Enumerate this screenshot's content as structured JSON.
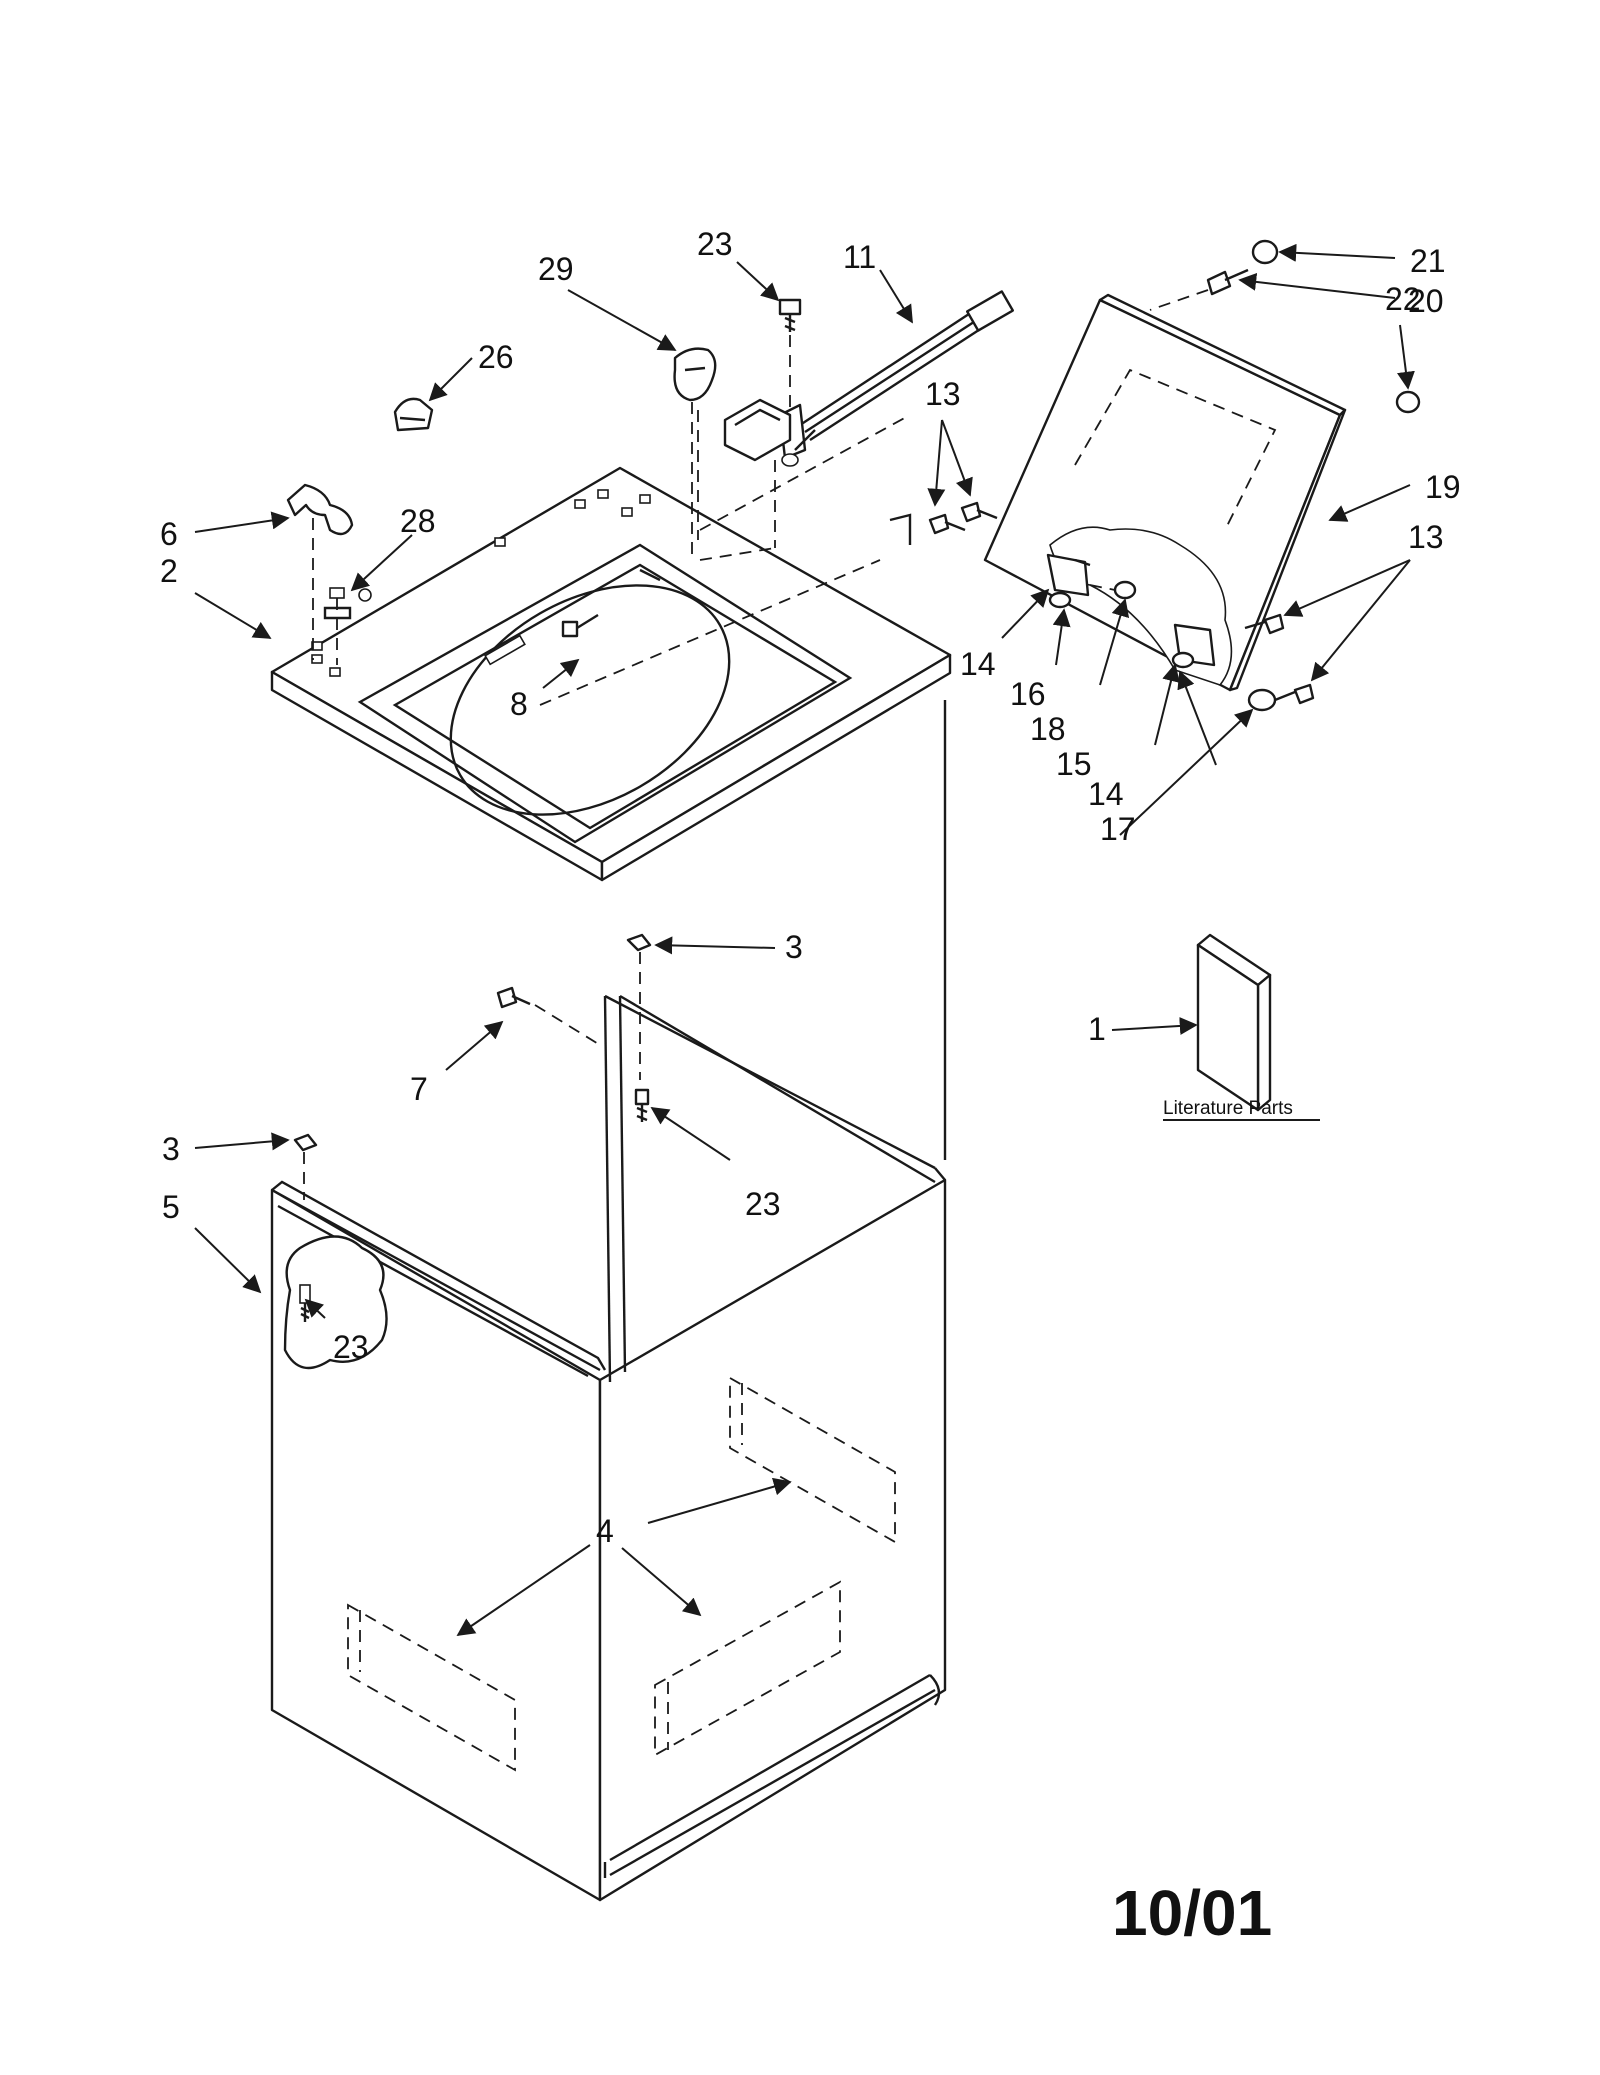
{
  "diagram": {
    "callouts": {
      "c1": "1",
      "c2": "2",
      "c3_top": "3",
      "c3_left": "3",
      "c4": "4",
      "c5": "5",
      "c6": "6",
      "c7": "7",
      "c8": "8",
      "c11": "11",
      "c13_top": "13",
      "c13_right": "13",
      "c14_left": "14",
      "c14_right": "14",
      "c15": "15",
      "c16": "16",
      "c17": "17",
      "c18": "18",
      "c19": "19",
      "c20": "20",
      "c21": "21",
      "c22": "22",
      "c23_top": "23",
      "c23_mid": "23",
      "c23_left": "23",
      "c26": "26",
      "c28": "28",
      "c29": "29"
    },
    "literature_label": "Literature Parts",
    "date_code": "10/01"
  }
}
